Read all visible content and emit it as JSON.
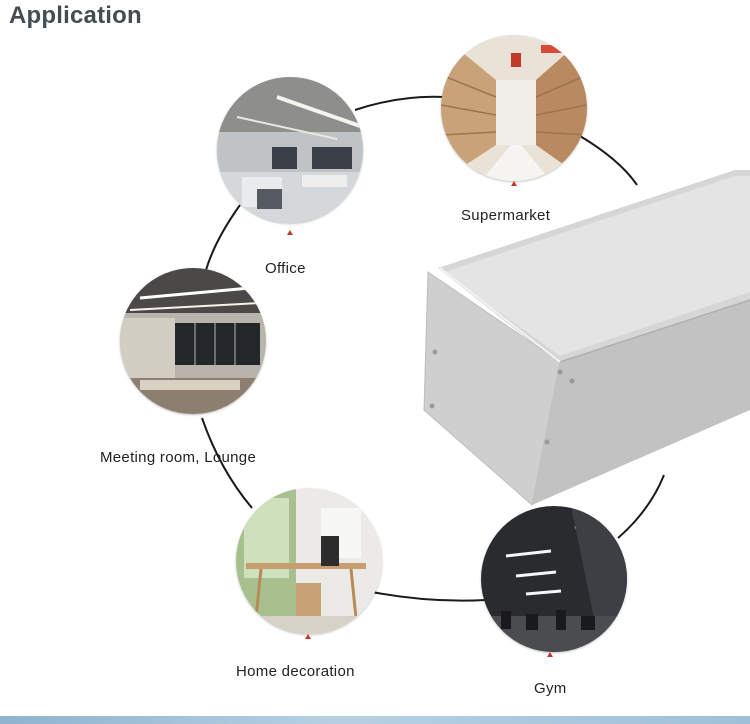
{
  "header": {
    "title": "Application"
  },
  "applications": [
    {
      "label": "Office"
    },
    {
      "label": "Supermarket"
    },
    {
      "label": "Meeting room, Lounge"
    },
    {
      "label": "Home decoration"
    },
    {
      "label": "Gym"
    }
  ],
  "colors": {
    "title": "#444c54",
    "marker": "#c0392b",
    "ring_line": "#1a1a1a",
    "fixture": "#c9c9c9"
  }
}
